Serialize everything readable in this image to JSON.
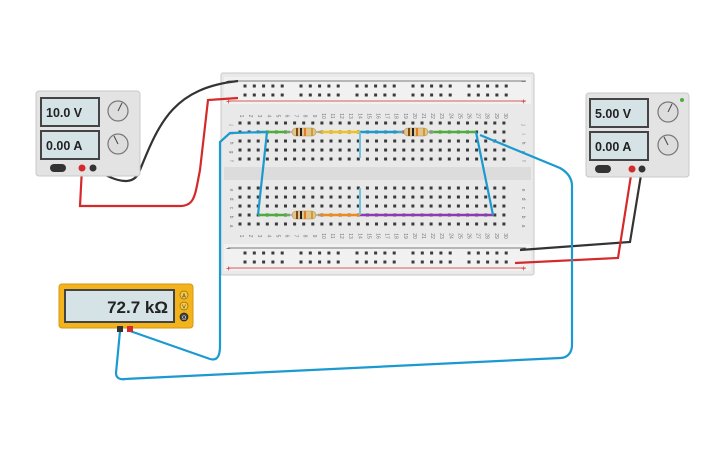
{
  "power_supply_left": {
    "voltage": "10.0 V",
    "current": "0.00 A"
  },
  "power_supply_right": {
    "voltage": "5.00 V",
    "current": "0.00 A"
  },
  "multimeter": {
    "reading": "72.7 kΩ",
    "modes": [
      "A",
      "V",
      "Ω"
    ]
  },
  "breadboard": {
    "column_numbers": [
      "1",
      "2",
      "3",
      "4",
      "5",
      "6",
      "7",
      "8",
      "9",
      "10",
      "11",
      "12",
      "13",
      "14",
      "15",
      "16",
      "17",
      "18",
      "19",
      "20",
      "21",
      "22",
      "23",
      "24",
      "25",
      "26",
      "27",
      "28",
      "29",
      "30"
    ],
    "rows_top": [
      "j",
      "i",
      "h",
      "g",
      "f"
    ],
    "rows_bottom": [
      "e",
      "d",
      "c",
      "b",
      "a"
    ],
    "rail_minus": "−",
    "rail_plus": "+"
  },
  "colors": {
    "wire_black": "#333333",
    "wire_red": "#d42a2a",
    "wire_blue": "#1a9ad0",
    "jumper_green": "#4caf3a",
    "jumper_yellow": "#f2c21c",
    "jumper_orange": "#f08a1c",
    "jumper_purple": "#8a3cb0",
    "meter_yellow": "#f2b31c",
    "lcd_bg": "#d6e3e6"
  }
}
